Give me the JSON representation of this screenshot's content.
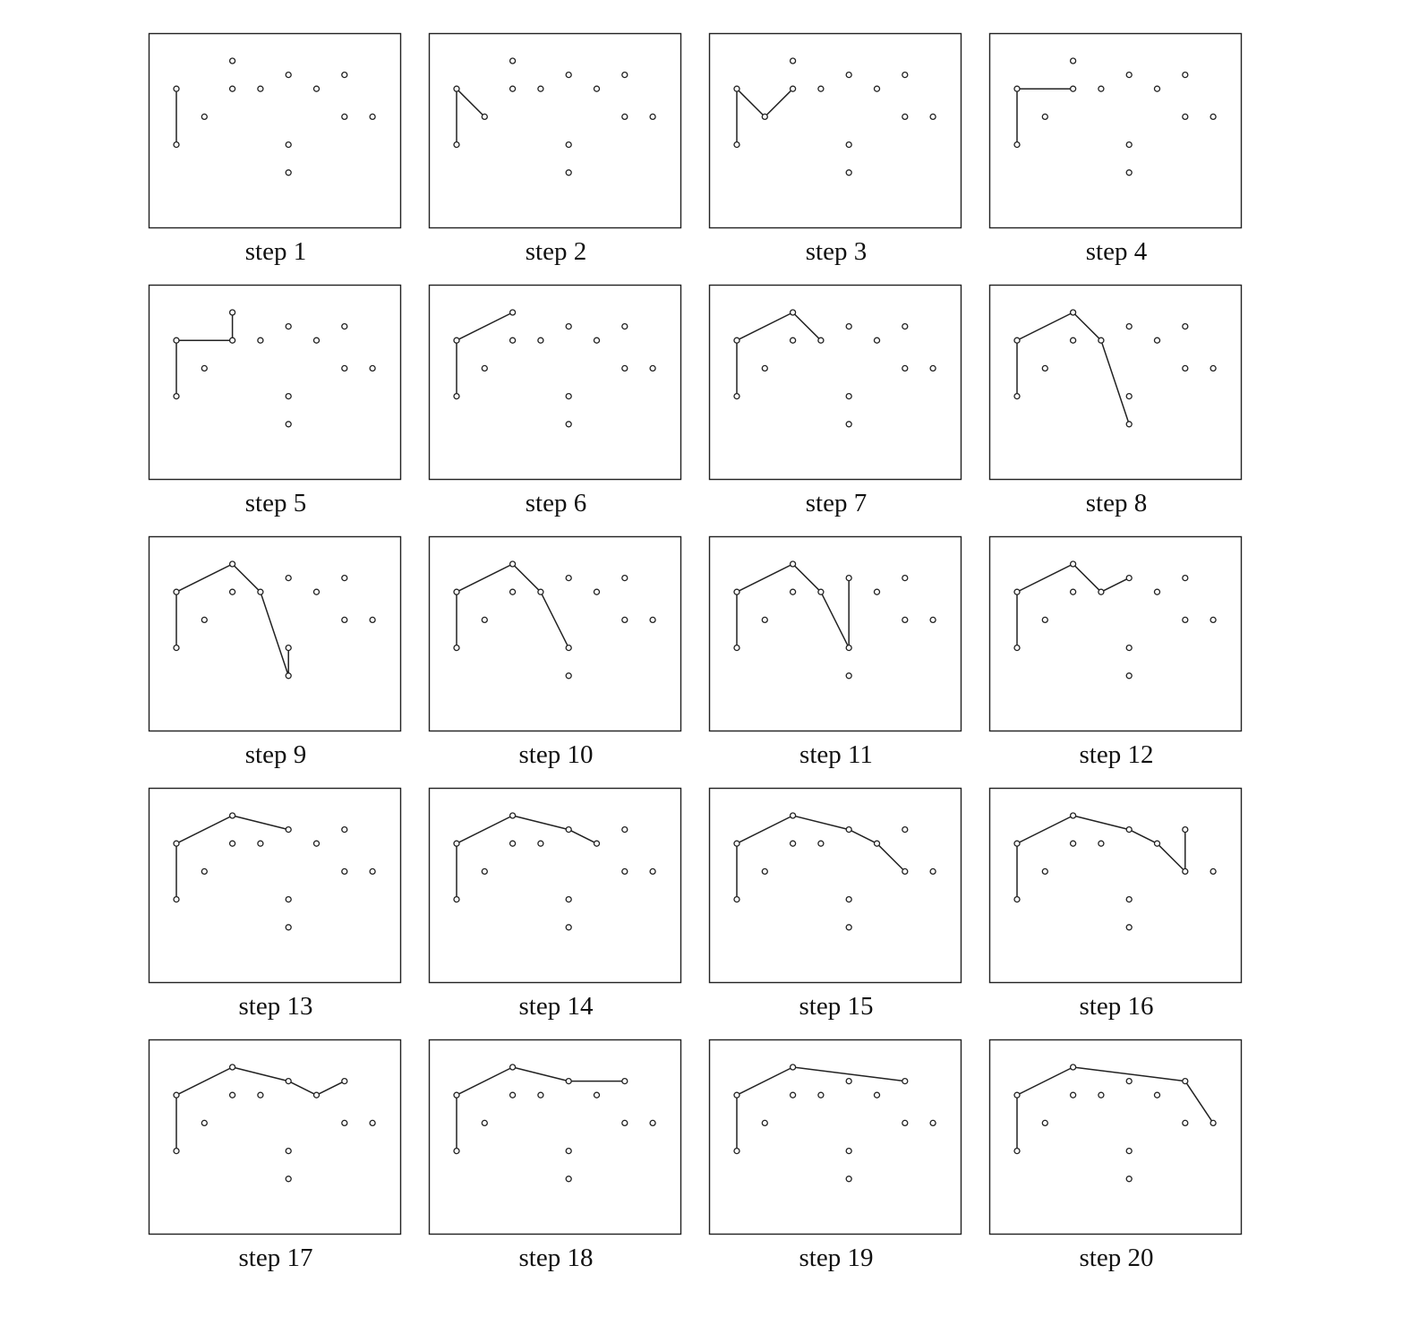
{
  "points": [
    {
      "id": "P0",
      "x": 1,
      "y": 2
    },
    {
      "id": "P1",
      "x": 1,
      "y": 4
    },
    {
      "id": "P2",
      "x": 2,
      "y": 3
    },
    {
      "id": "P3",
      "x": 3,
      "y": 4
    },
    {
      "id": "P4",
      "x": 3,
      "y": 5
    },
    {
      "id": "P5",
      "x": 4,
      "y": 4
    },
    {
      "id": "P6",
      "x": 5,
      "y": 1
    },
    {
      "id": "P7",
      "x": 5,
      "y": 2
    },
    {
      "id": "P8",
      "x": 5,
      "y": 4.5
    },
    {
      "id": "P9",
      "x": 6,
      "y": 4
    },
    {
      "id": "P10",
      "x": 7,
      "y": 3
    },
    {
      "id": "P11",
      "x": 7,
      "y": 4.5
    },
    {
      "id": "P12",
      "x": 8,
      "y": 3
    }
  ],
  "steps": [
    {
      "label": "step 1",
      "path": [
        "P0",
        "P1"
      ]
    },
    {
      "label": "step 2",
      "path": [
        "P0",
        "P1",
        "P2"
      ]
    },
    {
      "label": "step 3",
      "path": [
        "P0",
        "P1",
        "P2",
        "P3"
      ]
    },
    {
      "label": "step 4",
      "path": [
        "P0",
        "P1",
        "P3"
      ]
    },
    {
      "label": "step 5",
      "path": [
        "P0",
        "P1",
        "P3",
        "P4"
      ]
    },
    {
      "label": "step 6",
      "path": [
        "P0",
        "P1",
        "P4"
      ]
    },
    {
      "label": "step 7",
      "path": [
        "P0",
        "P1",
        "P4",
        "P5"
      ]
    },
    {
      "label": "step 8",
      "path": [
        "P0",
        "P1",
        "P4",
        "P5",
        "P6"
      ]
    },
    {
      "label": "step 9",
      "path": [
        "P0",
        "P1",
        "P4",
        "P5",
        "P6",
        "P7"
      ]
    },
    {
      "label": "step 10",
      "path": [
        "P0",
        "P1",
        "P4",
        "P5",
        "P7"
      ]
    },
    {
      "label": "step 11",
      "path": [
        "P0",
        "P1",
        "P4",
        "P5",
        "P7",
        "P8"
      ]
    },
    {
      "label": "step 12",
      "path": [
        "P0",
        "P1",
        "P4",
        "P5",
        "P8"
      ]
    },
    {
      "label": "step 13",
      "path": [
        "P0",
        "P1",
        "P4",
        "P8"
      ]
    },
    {
      "label": "step 14",
      "path": [
        "P0",
        "P1",
        "P4",
        "P8",
        "P9"
      ]
    },
    {
      "label": "step 15",
      "path": [
        "P0",
        "P1",
        "P4",
        "P8",
        "P9",
        "P10"
      ]
    },
    {
      "label": "step 16",
      "path": [
        "P0",
        "P1",
        "P4",
        "P8",
        "P9",
        "P10",
        "P11"
      ]
    },
    {
      "label": "step 17",
      "path": [
        "P0",
        "P1",
        "P4",
        "P8",
        "P9",
        "P11"
      ]
    },
    {
      "label": "step 18",
      "path": [
        "P0",
        "P1",
        "P4",
        "P8",
        "P11"
      ]
    },
    {
      "label": "step 19",
      "path": [
        "P0",
        "P1",
        "P4",
        "P11"
      ]
    },
    {
      "label": "step 20",
      "path": [
        "P0",
        "P1",
        "P4",
        "P11",
        "P12"
      ]
    }
  ],
  "colors": {
    "stroke": "#222222",
    "background": "#ffffff"
  }
}
